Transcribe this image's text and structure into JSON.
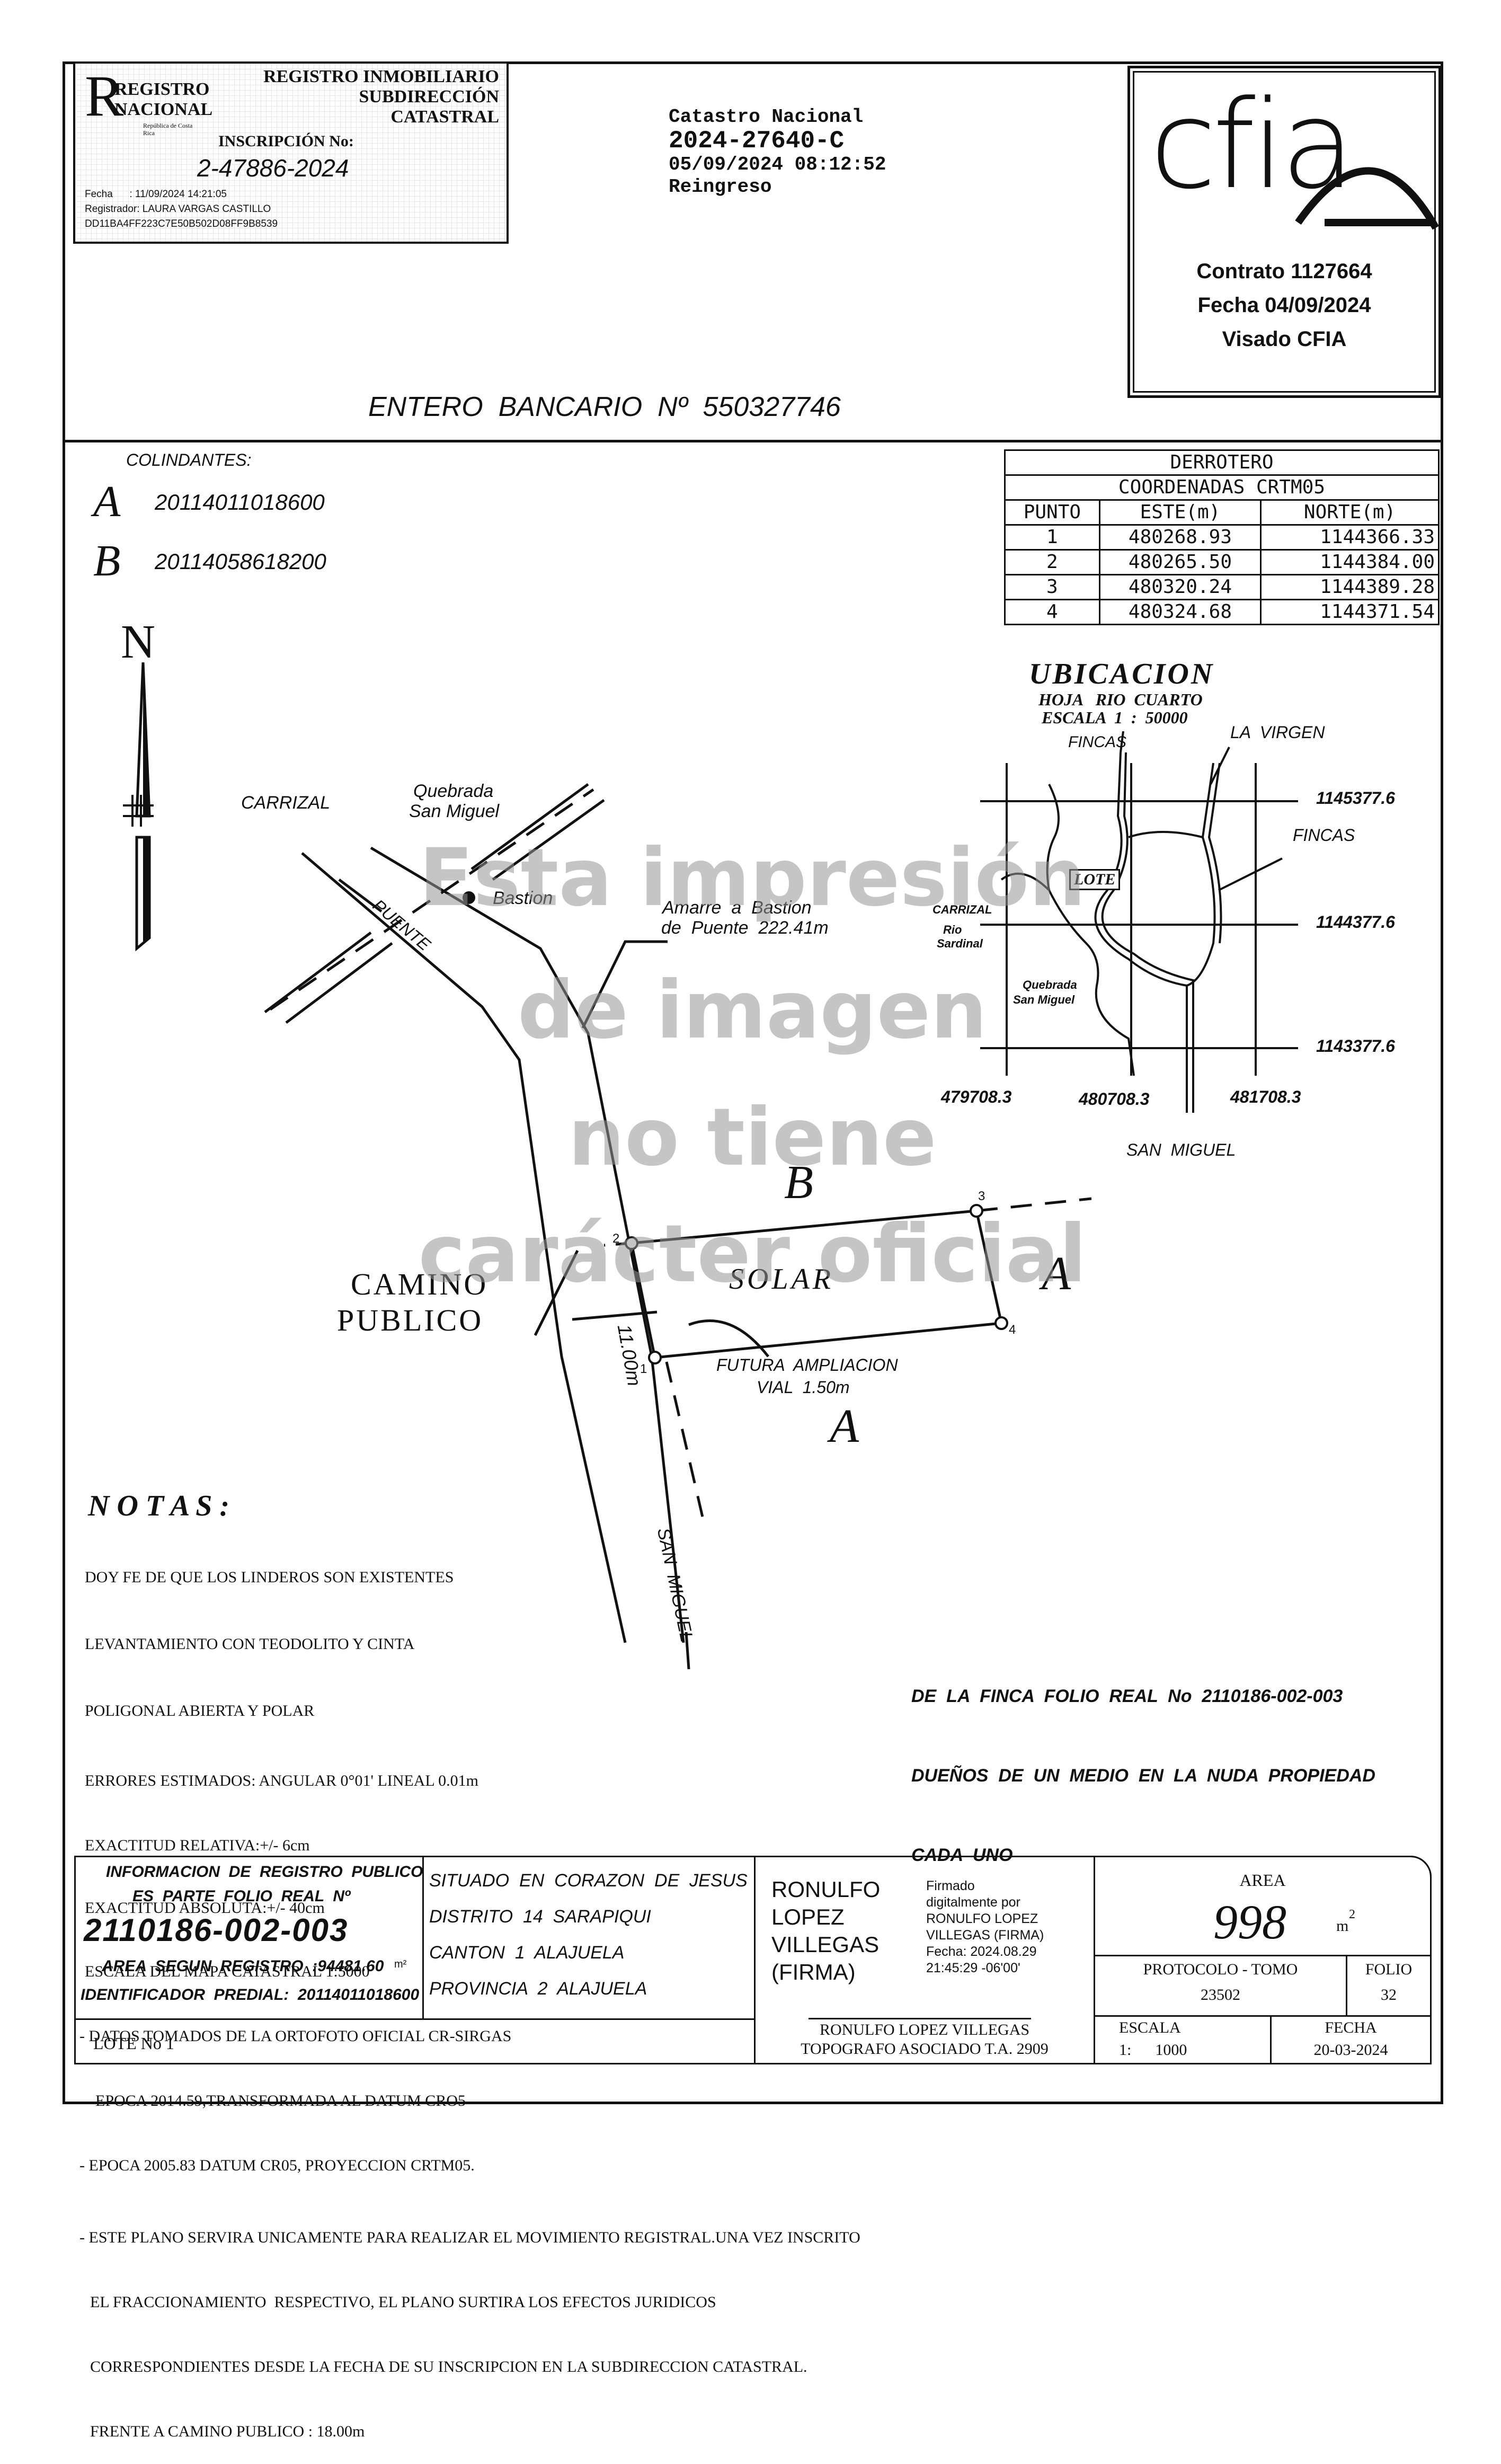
{
  "registry": {
    "logo_line1": "REGISTRO",
    "logo_line2": "NACIONAL",
    "logo_sub": "República de Costa Rica",
    "title_line1": "REGISTRO INMOBILIARIO",
    "title_line2": "SUBDIRECCIÓN",
    "title_line3": "CATASTRAL",
    "inscripcion_label": "INSCRIPCIÓN No:",
    "inscripcion_no": "2-47886-2024",
    "fecha": "Fecha      : 11/09/2024 14:21:05",
    "registrador": "Registrador: LAURA VARGAS CASTILLO",
    "hash": "DD11BA4FF223C7E50B502D08FF9B8539"
  },
  "catastro": {
    "label": "Catastro Nacional",
    "number": "2024-27640-C",
    "datetime": "05/09/2024 08:12:52",
    "status": "Reingreso"
  },
  "cfia": {
    "logo": "cfia",
    "contrato": "Contrato 1127664",
    "fecha": "Fecha 04/09/2024",
    "visado": "Visado CFIA"
  },
  "entero": "ENTERO  BANCARIO  Nº  550327746",
  "colindantes": {
    "title": "COLINDANTES:",
    "items": [
      {
        "letter": "A",
        "value": "20114011018600"
      },
      {
        "letter": "B",
        "value": "20114058618200"
      }
    ]
  },
  "derrotero": {
    "title": "DERROTERO",
    "subtitle": "COORDENADAS CRTM05",
    "headers": [
      "PUNTO",
      "ESTE(m)",
      "NORTE(m)"
    ],
    "rows": [
      [
        "1",
        "480268.93",
        "1144366.33"
      ],
      [
        "2",
        "480265.50",
        "1144384.00"
      ],
      [
        "3",
        "480320.24",
        "1144389.28"
      ],
      [
        "4",
        "480324.68",
        "1144371.54"
      ]
    ]
  },
  "ubicacion": {
    "title": "UBICACION",
    "hoja": "HOJA   RIO  CUARTO",
    "escala": "ESCALA  1  :  50000",
    "fincas_top": "FINCAS",
    "la_virgen": "LA  VIRGEN",
    "fincas_right": "FINCAS",
    "lote": "LOTE",
    "carrizal": "CARRIZAL",
    "rio": "Rio",
    "sardinal": "Sardinal",
    "quebrada": "Quebrada",
    "san_miguel_q": "San Miguel",
    "n1": "1145377.6",
    "n2": "1144377.6",
    "n3": "1143377.6",
    "e1": "479708.3",
    "e2": "480708.3",
    "e3": "481708.3",
    "san_miguel": "SAN  MIGUEL"
  },
  "plan": {
    "north": "N",
    "carrizal": "CARRIZAL",
    "quebrada1": "Quebrada",
    "quebrada2": "San  Miguel",
    "puente": "PUENTE",
    "bastion": "Bastion",
    "amarre1": "Amarre  a  Bastion",
    "amarre2": "de  Puente  222.41m",
    "b_letter": "B",
    "a_right": "A",
    "a_bottom": "A",
    "solar": "SOLAR",
    "camino1": "CAMINO",
    "camino2": "PUBLICO",
    "width": "11.00m",
    "futura1": "FUTURA  AMPLIACION",
    "futura2": "VIAL  1.50m",
    "p1": "1",
    "p2": "2",
    "p3": "3",
    "p4": "4",
    "san_miguel": "SAN  MIGUEL"
  },
  "watermark": [
    "Esta impresión",
    "de imagen",
    "no tiene",
    "carácter oficial"
  ],
  "notas": {
    "title": "N O T A S :",
    "lines": [
      "DOY FE DE QUE LOS LINDEROS SON EXISTENTES",
      "LEVANTAMIENTO CON TEODOLITO Y CINTA",
      "POLIGONAL ABIERTA Y POLAR",
      "ERRORES ESTIMADOS: ANGULAR 0°01' LINEAL 0.01m",
      "EXACTITUD RELATIVA:+/- 6cm",
      "EXACTITUD ABSOLUTA:+/- 40cm",
      "ESCALA DEL MAPA CATASTRAL 1:5000",
      "- DATOS TOMADOS DE LA ORTOFOTO OFICIAL CR-SIRGAS",
      "EPOCA 2014.59,TRANSFORMADA AL DATUM CRO5",
      "- EPOCA 2005.83 DATUM CR05, PROYECCION CRTM05.",
      "- ESTE PLANO SERVIRA UNICAMENTE PARA REALIZAR EL MOVIMIENTO REGISTRAL.UNA VEZ INSCRITO",
      "EL FRACCIONAMIENTO  RESPECTIVO, EL PLANO SURTIRA LOS EFECTOS JURIDICOS",
      "CORRESPONDIENTES DESDE LA FECHA DE SU INSCRIPCION EN LA SUBDIRECCION CATASTRAL.",
      "FRENTE A CAMINO PUBLICO : 18.00m"
    ]
  },
  "finca_note": [
    "DE  LA  FINCA  FOLIO  REAL  No  2110186-002-003",
    "DUEÑOS  DE  UN  MEDIO  EN  LA  NUDA  PROPIEDAD",
    "CADA  UNO"
  ],
  "title_block": {
    "info_line1": "INFORMACION  DE  REGISTRO  PUBLICO",
    "info_line2": "ES  PARTE  FOLIO  REAL  Nº",
    "folio_real": "2110186-002-003",
    "area_registro": "AREA  SEGUN  REGISTRO  :94481.60",
    "area_registro_unit": "m²",
    "identificador": "IDENTIFICADOR  PREDIAL:  20114011018600",
    "situado": "SITUADO  EN  CORAZON  DE  JESUS",
    "distrito": "DISTRITO  14  SARAPIQUI",
    "canton": "CANTON  1  ALAJUELA",
    "provincia": "PROVINCIA  2  ALAJUELA",
    "lote": "LOTE No 1",
    "signer_name": [
      "RONULFO",
      "LOPEZ",
      "VILLEGAS",
      "(FIRMA)"
    ],
    "signed_text": [
      "Firmado",
      "digitalmente por",
      "RONULFO LOPEZ",
      "VILLEGAS (FIRMA)",
      "Fecha: 2024.08.29",
      "21:45:29 -06'00'"
    ],
    "topografo_name": "RONULFO LOPEZ VILLEGAS",
    "topografo_title": "TOPOGRAFO ASOCIADO T.A. 2909",
    "area_label": "AREA",
    "area_value": "998",
    "area_unit": "m",
    "area_exp": "2",
    "protocolo_label": "PROTOCOLO - TOMO",
    "protocolo_value": "23502",
    "folio_label": "FOLIO",
    "folio_value": "32",
    "escala_label": "ESCALA",
    "escala_value": "1:      1000",
    "fecha_label": "FECHA",
    "fecha_value": "20-03-2024"
  }
}
